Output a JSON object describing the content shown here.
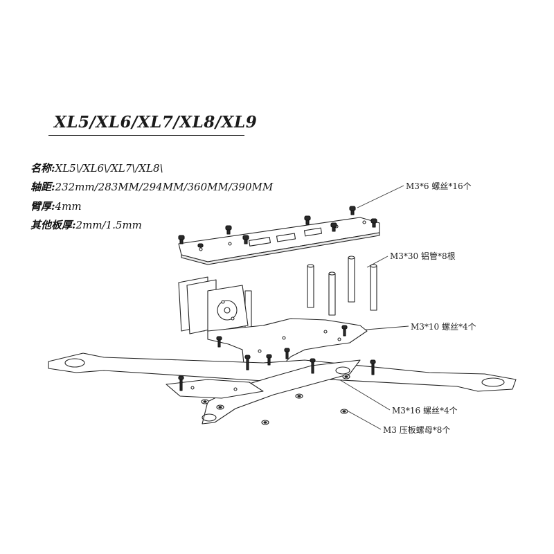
{
  "title": "XL5/XL6/XL7/XL8/XL9",
  "specs": [
    {
      "key": "名称:",
      "value": "XL5\\/XL6\\/XL7\\/XL8\\"
    },
    {
      "key": "轴距:",
      "value": "232mm/283MM/294MM/360MM/390MM"
    },
    {
      "key": "臂厚:",
      "value": "4mm"
    },
    {
      "key": "其他板厚:",
      "value": "2mm/1.5mm"
    }
  ],
  "callouts": {
    "screw_m3x6": "M3*6  螺丝*16个",
    "tube_m3x30": "M3*30  铝管*8根",
    "screw_m3x10": "M3*10  螺丝*4个",
    "screw_m3x16": "M3*16  螺丝*4个",
    "nut_m3": "M3  压板螺母*8个"
  },
  "colors": {
    "line": "#222222",
    "plate": "#ffffff",
    "screw": "#2a2a2a"
  }
}
